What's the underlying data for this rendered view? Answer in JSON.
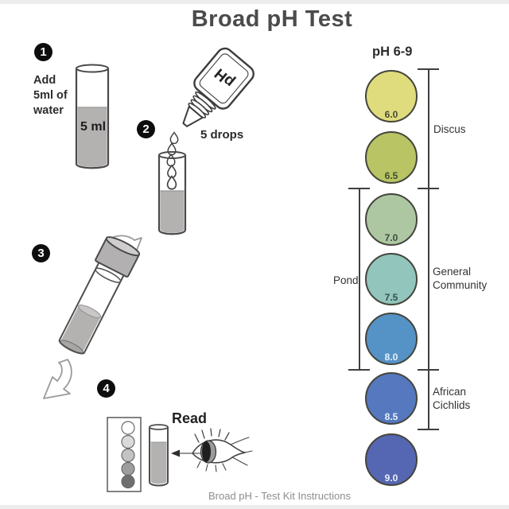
{
  "page": {
    "title": "Broad pH  Test",
    "caption": "Broad pH - Test Kit Instructions"
  },
  "steps": {
    "step1": {
      "number": "1",
      "instruction_lines": [
        "Add",
        "5ml of",
        "water"
      ],
      "tube_label": "5 ml"
    },
    "step2": {
      "number": "2",
      "bottle_label": "pH",
      "drops_label": "5 drops"
    },
    "step3": {
      "number": "3"
    },
    "step4": {
      "number": "4",
      "read_label": "Read",
      "card_shades": [
        "#ffffff",
        "#dadada",
        "#c3c3c3",
        "#9d9d9d",
        "#6e6e6e"
      ]
    }
  },
  "scale": {
    "header": "pH 6-9",
    "items": [
      {
        "ph": "6.0",
        "color": "#dfdc7e",
        "label_color": "#4a4936"
      },
      {
        "ph": "6.5",
        "color": "#b9c464",
        "label_color": "#434d2d"
      },
      {
        "ph": "7.0",
        "color": "#aec7a3",
        "label_color": "#3c4a3c"
      },
      {
        "ph": "7.5",
        "color": "#92c5bc",
        "label_color": "#33514d"
      },
      {
        "ph": "8.0",
        "color": "#5593c7",
        "label_color": "#eaf1f8"
      },
      {
        "ph": "8.5",
        "color": "#5578bf",
        "label_color": "#eaf1f8"
      },
      {
        "ph": "9.0",
        "color": "#5566b2",
        "label_color": "#eaf1f8"
      }
    ],
    "groups": [
      {
        "label": "Discus"
      },
      {
        "label": "Pond"
      },
      {
        "label": "General Community"
      },
      {
        "label": "African Cichlids"
      }
    ]
  }
}
